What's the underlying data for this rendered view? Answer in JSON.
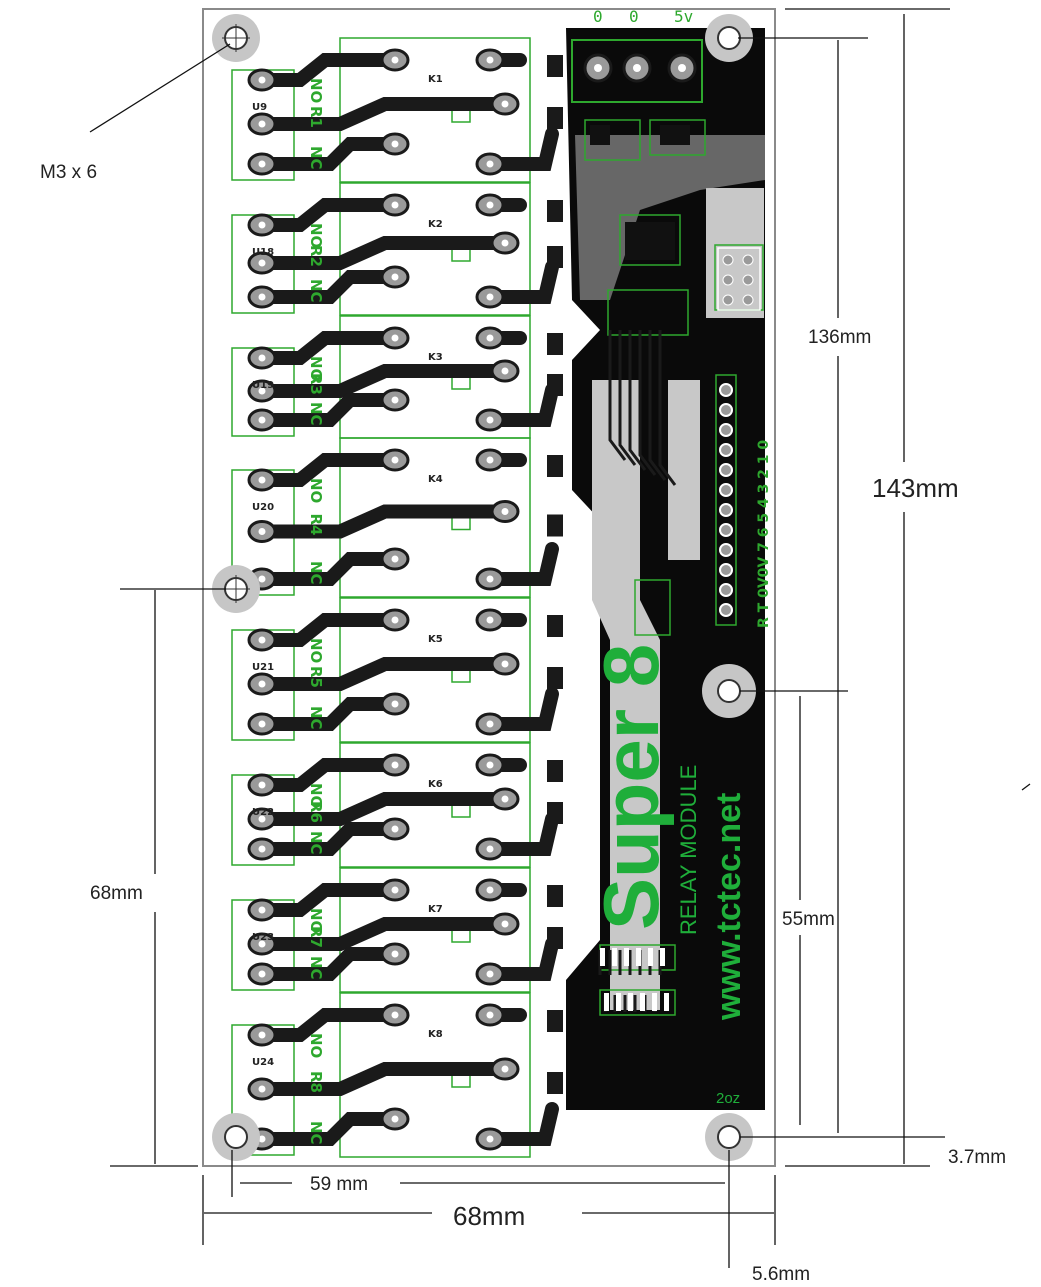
{
  "dimensions": {
    "mount_screw": "M3 x 6",
    "height_total": "143mm",
    "height_holes": "136mm",
    "height_lower_left": "68mm",
    "height_lower_right": "55mm",
    "edge_offset_y": "3.7mm",
    "hole_spacing_x": "59 mm",
    "width_total": "68mm",
    "edge_offset_x": "5.6mm"
  },
  "power_header": {
    "labels": [
      "0",
      "0",
      "5v"
    ]
  },
  "relays": [
    {
      "designator": "K1",
      "name": "R1",
      "connector": "U9",
      "no": "NO",
      "nc": "NC"
    },
    {
      "designator": "K2",
      "name": "R2",
      "connector": "U18",
      "no": "NO",
      "nc": "NC"
    },
    {
      "designator": "K3",
      "name": "R3",
      "connector": "U19",
      "no": "NO",
      "nc": "NC"
    },
    {
      "designator": "K4",
      "name": "R4",
      "connector": "U20",
      "no": "NO",
      "nc": "NC"
    },
    {
      "designator": "K5",
      "name": "R5",
      "connector": "U21",
      "no": "NO",
      "nc": "NC"
    },
    {
      "designator": "K6",
      "name": "R6",
      "connector": "U22",
      "no": "NO",
      "nc": "NC"
    },
    {
      "designator": "K7",
      "name": "R7",
      "connector": "U23",
      "no": "NO",
      "nc": "NC"
    },
    {
      "designator": "K8",
      "name": "R8",
      "connector": "U24",
      "no": "NO",
      "nc": "NC"
    }
  ],
  "side_header": {
    "labels": "R T 0V0V 7 6 5 4 3 2 1 0"
  },
  "branding": {
    "product": "Super 8",
    "subtitle": "RELAY MODULE",
    "website": "www.tctec.net",
    "copper_weight": "2oz"
  },
  "colors": {
    "silkscreen": "#2ea82e",
    "copper_trace": "#1a1a1a",
    "ground_plane": "#0a0a0a",
    "pad_gray": "#9a9a9a",
    "board": "#ffffff",
    "brand_green": "#1fae3a"
  }
}
